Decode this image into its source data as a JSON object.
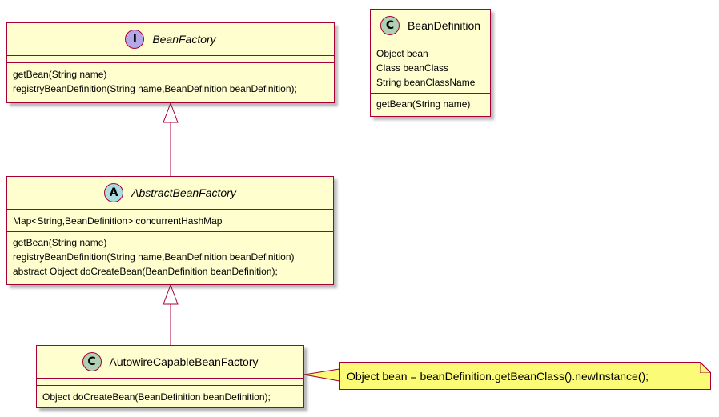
{
  "classes": {
    "bean_factory": {
      "stereotype": "I",
      "stereotype_color": "#B4A7E5",
      "name": "BeanFactory",
      "fields": [],
      "methods": [
        "getBean(String name)",
        "registryBeanDefinition(String name,BeanDefinition beanDefinition);"
      ]
    },
    "bean_definition": {
      "stereotype": "C",
      "stereotype_color": "#ADD1B2",
      "name": "BeanDefinition",
      "fields": [
        "Object bean",
        "Class  beanClass",
        "String beanClassName"
      ],
      "methods": [
        "getBean(String name)"
      ]
    },
    "abstract_bean_factory": {
      "stereotype": "A",
      "stereotype_color": "#A9DCDF",
      "name": "AbstractBeanFactory",
      "fields": [
        "Map<String,BeanDefinition> concurrentHashMap"
      ],
      "methods": [
        "getBean(String name)",
        "registryBeanDefinition(String name,BeanDefinition beanDefinition)",
        "abstract Object doCreateBean(BeanDefinition beanDefinition);"
      ]
    },
    "autowire_capable_bean_factory": {
      "stereotype": "C",
      "stereotype_color": "#ADD1B2",
      "name": "AutowireCapableBeanFactory",
      "fields": [],
      "methods": [
        "Object doCreateBean(BeanDefinition beanDefinition);"
      ]
    }
  },
  "note": {
    "text": "Object bean = beanDefinition.getBeanClass().newInstance();"
  },
  "colors": {
    "class_fill": "#FEFECE",
    "border": "#A80036",
    "note_fill": "#FBFB77"
  }
}
